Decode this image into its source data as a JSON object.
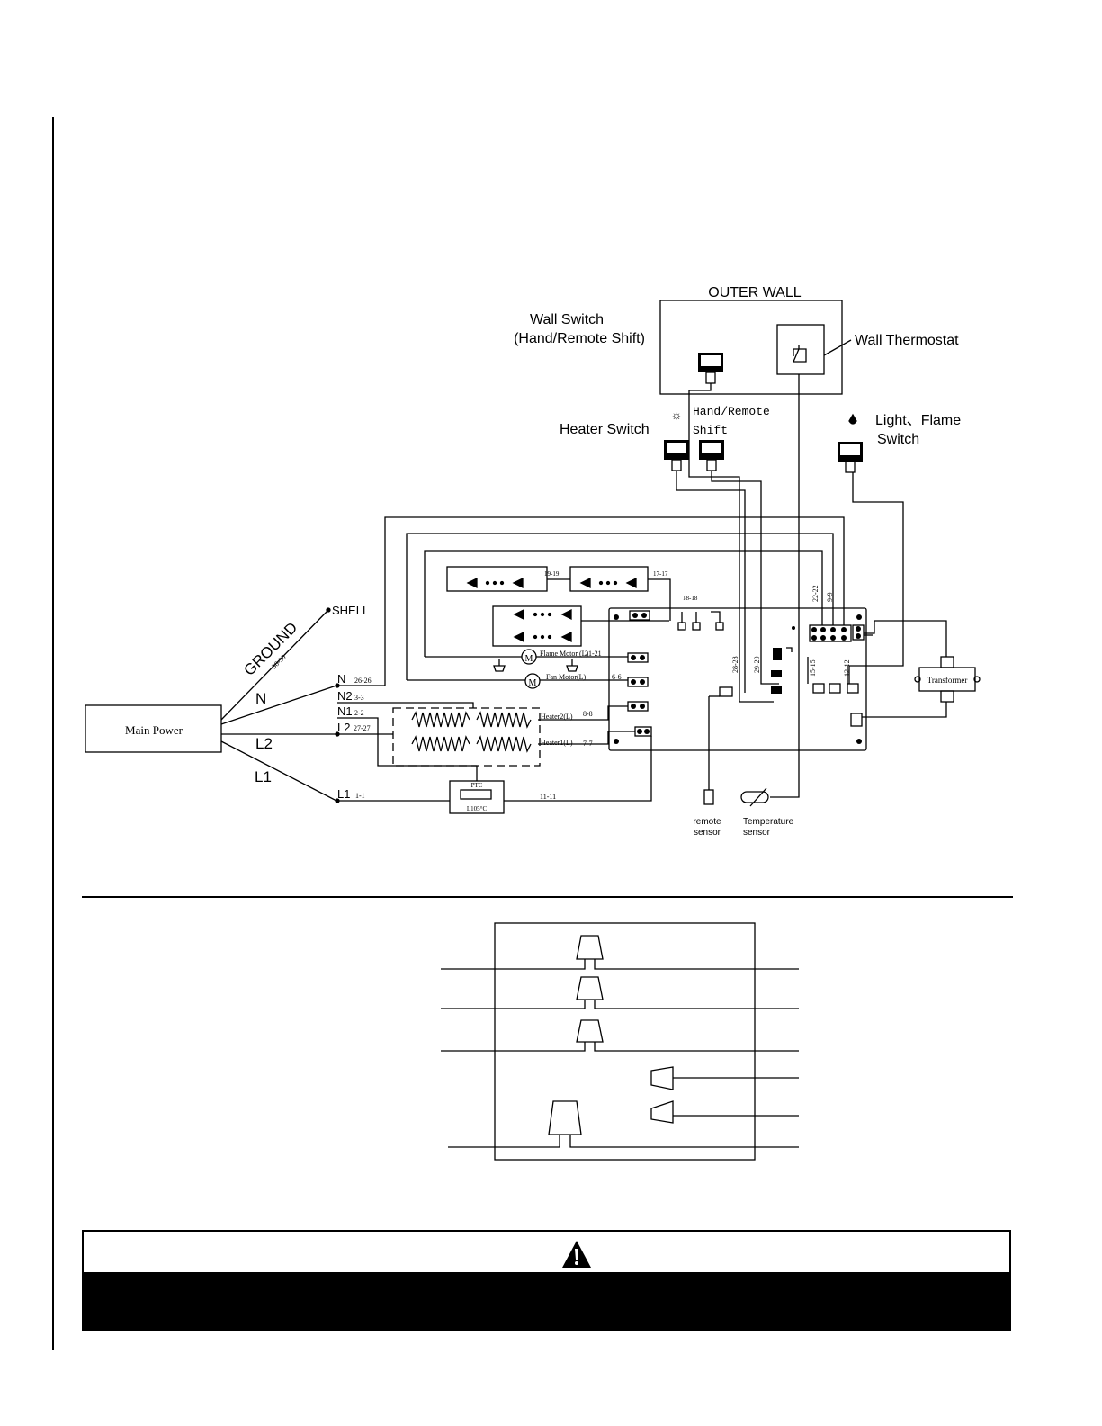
{
  "diagram": {
    "outer_wall": "OUTER  WALL",
    "wall_switch_line1": "Wall Switch",
    "wall_switch_line2": "(Hand/Remote Shift)",
    "wall_thermostat": "Wall Thermostat",
    "hand_remote_line1": "Hand/Remote",
    "hand_remote_line2": "Shift",
    "heater_switch": "Heater Switch",
    "light_flame_line1": "Light、Flame",
    "light_flame_line2": "Switch",
    "shell": "SHELL",
    "ground": "GROUND",
    "ground_wire": "30-30",
    "main_power": "Main Power",
    "n_label": "N",
    "l2_label": "L2",
    "l1_label": "L1",
    "term_n": "N",
    "term_n_wire": "26-26",
    "term_n2": "N2",
    "term_n2_wire": "3-3",
    "term_n1": "N1",
    "term_n1_wire": "2-2",
    "term_l2": "L2",
    "term_l2_wire": "27-27",
    "term_l1": "L1",
    "term_l1_wire": "1-1",
    "wire_19": "19-19",
    "wire_17": "17-17",
    "wire_18": "18-18",
    "wire_21": "21-21",
    "wire_6": "6-6",
    "wire_8": "8-8",
    "wire_7": "7-7",
    "wire_11": "11-11",
    "wire_22": "22-22",
    "wire_9": "9-9",
    "wire_28": "28-28",
    "wire_29": "29-29",
    "wire_15": "15-15",
    "wire_12": "12-12",
    "flame_motor": "Flame Motor (L)",
    "fan_motor": "Fan Motor(L)",
    "heater2": "Heater2(L)",
    "heater1": "Heater1(L)",
    "ptc": "PTC",
    "ptc_temp": "L105°C",
    "transformer": "Transformer",
    "remote_sensor_line1": "remote",
    "remote_sensor_line2": "sensor",
    "temp_sensor_line1": "Temperature",
    "temp_sensor_line2": "sensor"
  },
  "warning": {
    "icon": "warning-triangle-icon"
  }
}
